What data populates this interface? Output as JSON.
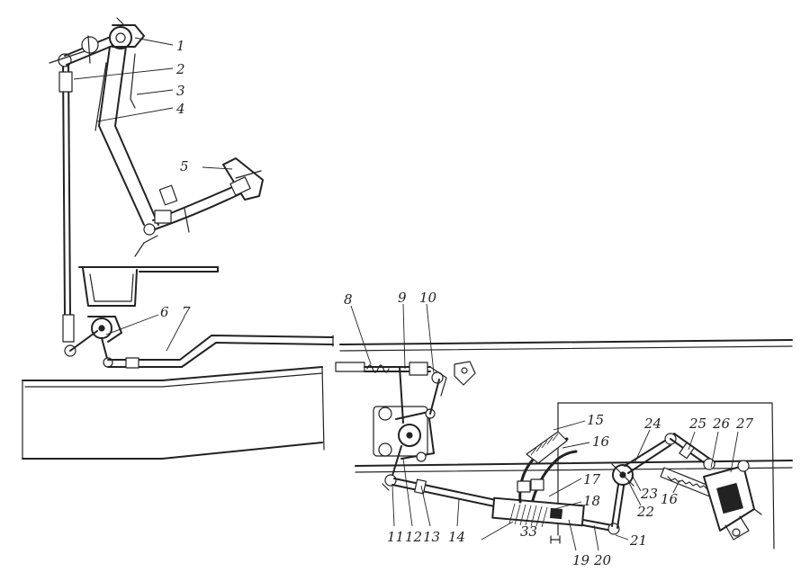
{
  "colors": {
    "ink": "#222222",
    "paper": "#ffffff"
  },
  "labels": {
    "l1": "1",
    "l2": "2",
    "l3": "3",
    "l4": "4",
    "l5": "5",
    "l6": "6",
    "l7": "7",
    "l8": "8",
    "l9": "9",
    "l10": "10",
    "l11": "11",
    "l12": "12",
    "l13": "13",
    "l14": "14",
    "l15": "15",
    "l16a": "16",
    "l16b": "16",
    "l17": "17",
    "l18": "18",
    "l19": "19",
    "l20": "20",
    "l21": "21",
    "l22": "22",
    "l23": "23",
    "l24": "24",
    "l25": "25",
    "l26": "26",
    "l27": "27",
    "l33": "33"
  }
}
